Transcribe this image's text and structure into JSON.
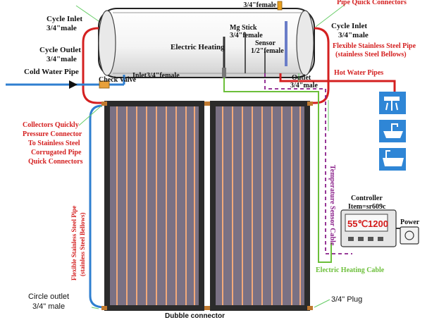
{
  "colors": {
    "red_label": "#d42020",
    "hot_pipe": "#d42020",
    "cold_pipe": "#2f7fd0",
    "green_cable": "#6cbf3a",
    "purple_cable": "#8a1f8a",
    "icon_blue": "#2f86d6",
    "panel_fill": "#7a7184",
    "panel_stripe": "#f2a97a",
    "display_red": "#d41a1a"
  },
  "labels": {
    "top_female": "3/4\"female",
    "pipe_quick_connectors": "Pipe Quick Connectors",
    "cycle_inlet_left_1": "Cycle Inlet",
    "cycle_inlet_left_2": "3/4\"male",
    "cycle_outlet_left_1": "Cycle Outlet",
    "cycle_outlet_left_2": "3/4\"male",
    "cold_water_pipe": "Cold Water Pipe",
    "check_valve": "Check Valve",
    "inlet_female": "Inlet3/4\"female",
    "electric_heating": "Electric Heating",
    "mg_stick_1": "Mg  Stick",
    "mg_stick_2": "3/4\"female",
    "sensor_1": "Sensor",
    "sensor_2": "1/2\"female",
    "outlet_1": "Outlet",
    "outlet_2": "3/4\"male",
    "cycle_inlet_right_1": "Cycle Inlet",
    "cycle_inlet_right_2": "3/4\"male",
    "flex_pipe_right_1": "Flexible Stainless Steel Pipe",
    "flex_pipe_right_2": "(stainless Steel Bellows)",
    "hot_water_pipes": "Hot Water Pipes",
    "collectors_1": "Collectors Quickly",
    "collectors_2": "Pressure Connector",
    "collectors_3": "To  Stainless Steel",
    "collectors_4": "Corrugated Pipe",
    "collectors_5": "Quick Connectors",
    "flex_pipe_left_1": "Flexible Stainless Steel Pipe",
    "flex_pipe_left_2": "(stainless Steel Bellows)",
    "temp_sensor_cable": "Temperature Sensor Cable",
    "controller_1": "Controller",
    "controller_2": "Item=sr609c",
    "display_text": "55℃1200",
    "power": "Power",
    "electric_heating_cable": "Electric Heating Cable",
    "plug": "3/4\" Plug",
    "circle_outlet_1": "Circle outlet",
    "circle_outlet_2": "3/4\" male",
    "dubble_connector": "Dubble connector"
  },
  "icons": [
    "shower-icon",
    "kitchen-sink-icon",
    "bathtub-icon"
  ]
}
